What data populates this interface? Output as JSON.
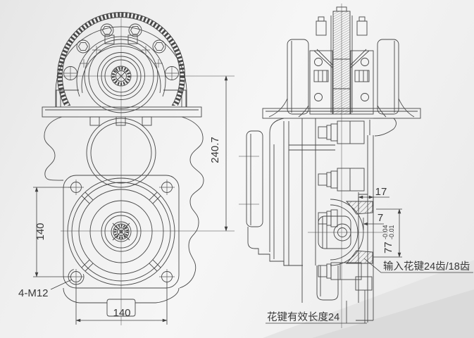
{
  "background": {
    "base": "#f0f0f0",
    "corner_band": "#dadada"
  },
  "drawing": {
    "line_color": "#474747",
    "dim_color": "#3f3f3f"
  },
  "front_view": {
    "dim_bolt_spacing_vertical": "140",
    "dim_bolt_spacing_horizontal": "140",
    "thread_callout": "4-M12",
    "dim_center_distance": "240.7"
  },
  "side_view": {
    "dim_hub_width": "17",
    "dim_lip_width": "7",
    "dim_pilot": {
      "value": "77",
      "tol_upper": "-0.04",
      "tol_lower": "-0.01"
    },
    "callout_input_spline": "输入花键24齿/18齿",
    "callout_spline_length": "花键有效长度24"
  }
}
